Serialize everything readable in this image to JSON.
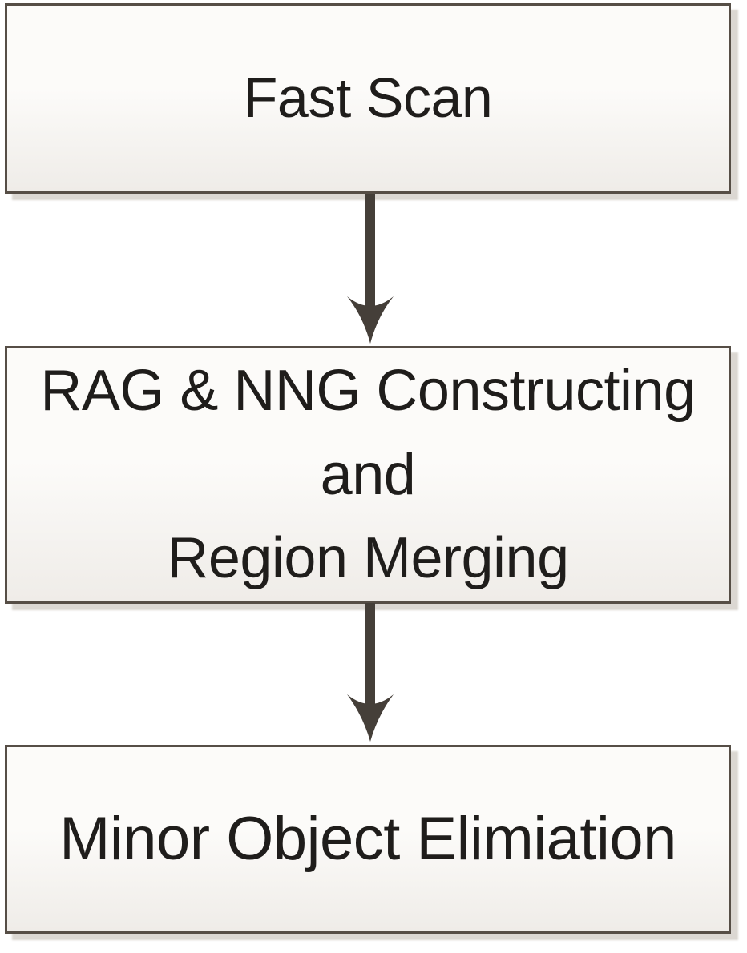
{
  "diagram": {
    "type": "flowchart",
    "colors": {
      "canvas_bg": "#ffffff",
      "box_border": "#564e46",
      "box_fill_top": "#fcfbf9",
      "box_fill_bottom": "#efece8",
      "box_shadow": "#dbd7d2",
      "arrow": "#453f39",
      "text": "#1f1d1b"
    },
    "nodes": [
      {
        "id": "fast-scan",
        "label": "Fast Scan"
      },
      {
        "id": "rag-nng-constructing-region-merging",
        "label": "RAG & NNG Constructing\nand\nRegion Merging"
      },
      {
        "id": "minor-object-elimination",
        "label": "Minor Object Elimiation"
      }
    ],
    "connectors": [
      {
        "from": "fast-scan",
        "to": "rag-nng-constructing-region-merging",
        "direction": "down"
      },
      {
        "from": "rag-nng-constructing-region-merging",
        "to": "minor-object-elimination",
        "direction": "down"
      }
    ]
  }
}
